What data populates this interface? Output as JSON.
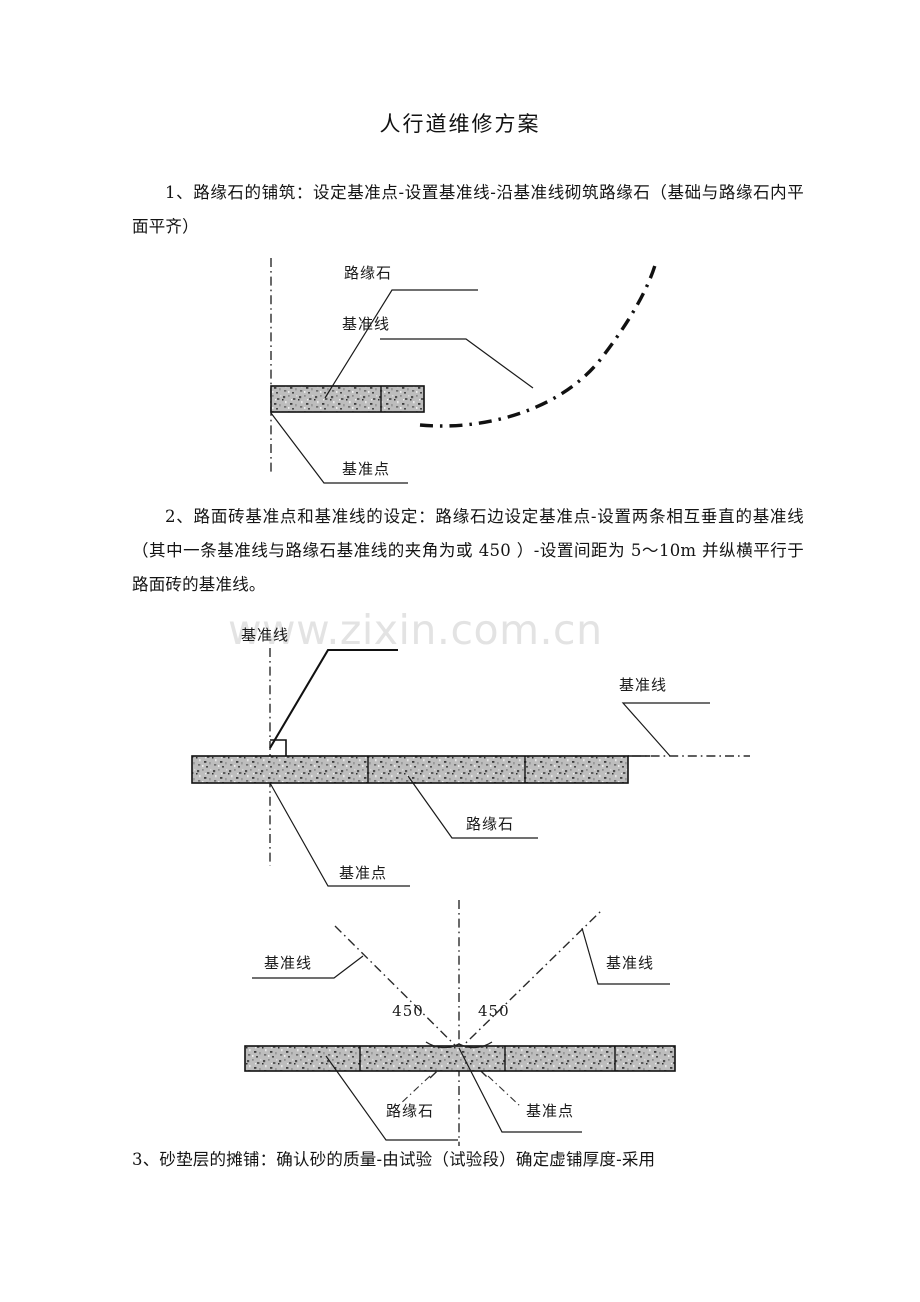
{
  "document": {
    "title": "人行道维修方案",
    "watermark": "www.zixin.com.cn"
  },
  "paragraphs": {
    "p1": "1、路缘石的铺筑：设定基准点-设置基准线-沿基准线砌筑路缘石（基础与路缘石内平面平齐）",
    "p2": "2、路面砖基准点和基准线的设定：路缘石边设定基准点-设置两条相互垂直的基准线（其中一条基准线与路缘石基准线的夹角为或 450 ）-设置间距为 5～10m 并纵横平行于路面砖的基准线。",
    "p3": "3、砂垫层的摊铺：确认砂的质量-由试验（试验段）确定虚铺厚度-采用"
  },
  "figure1": {
    "label_curb": "路缘石",
    "label_baseline": "基准线",
    "label_basepoint": "基准点"
  },
  "figure2": {
    "label_baseline_left": "基准线",
    "label_baseline_right": "基准线",
    "label_curb": "路缘石",
    "label_basepoint": "基准点"
  },
  "figure3": {
    "label_baseline_left": "基准线",
    "label_baseline_right": "基准线",
    "angle_left": "450",
    "angle_right": "450",
    "label_curb": "路缘石",
    "label_basepoint": "基准点"
  },
  "colors": {
    "text": "#141414",
    "line": "#1a1a1a",
    "watermark": "#e3e3e3",
    "slab_fill": "#b6b6b6",
    "page_background": "#ffffff"
  }
}
